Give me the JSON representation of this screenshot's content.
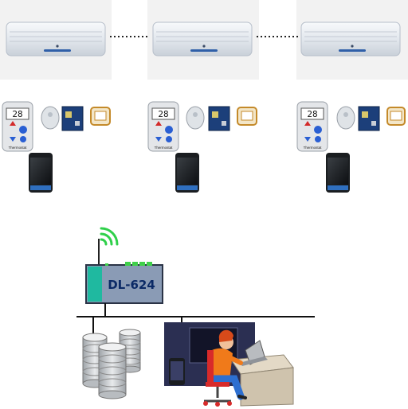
{
  "gateway": {
    "label": "DL-624",
    "colors": {
      "body": "#8a9bb5",
      "accent": "#1fb9a0",
      "leds": "#3fd04a",
      "wifi": "#2fd04a",
      "text": "#0b2a66"
    }
  },
  "units": [
    {
      "name": "unit-1",
      "remote_display": "28",
      "remote_caption": "Thermostat"
    },
    {
      "name": "unit-2",
      "remote_display": "28",
      "remote_caption": "Thermostat"
    },
    {
      "name": "unit-3",
      "remote_display": "28",
      "remote_caption": "Thermostat"
    }
  ],
  "icons": {
    "air_conditioner": "air-conditioner-icon",
    "remote": "remote-control-icon",
    "sensor": "sensor-icon",
    "board": "controller-board-icon",
    "chip": "microchip-icon",
    "phone": "smartphone-icon",
    "database": "database-icon",
    "workstation": "workstation-icon"
  },
  "colors": {
    "bus": "#111111",
    "ac_body": "#e8edf3",
    "screen": "#2b2f52"
  }
}
